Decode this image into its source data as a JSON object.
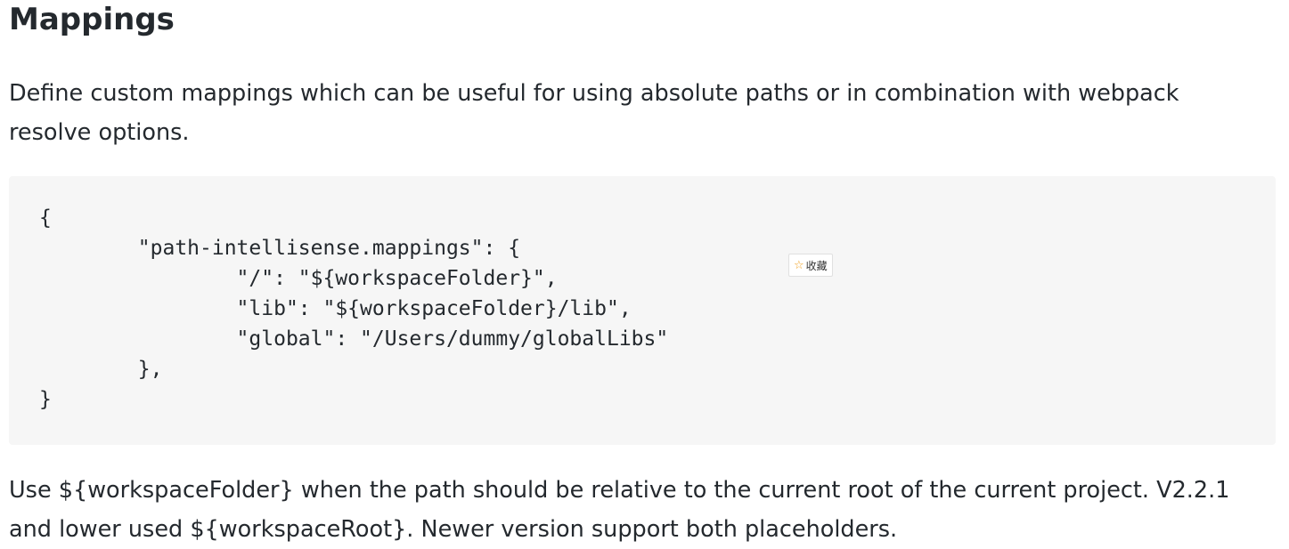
{
  "heading": "Mappings",
  "intro": "Define custom mappings which can be useful for using absolute paths or in combination with webpack resolve options.",
  "code_lines": [
    "{",
    "        \"path-intellisense.mappings\": {",
    "                \"/\": \"${workspaceFolder}\",",
    "                \"lib\": \"${workspaceFolder}/lib\",",
    "                \"global\": \"/Users/dummy/globalLibs\"",
    "        },",
    "}"
  ],
  "outro": "Use ${workspaceFolder} when the path should be relative to the current root of the current project. V2.2.1 and lower used ${workspaceRoot}. Newer version support both placeholders.",
  "favorite": {
    "icon": "star-icon",
    "label": "收藏",
    "star_color": "#f0a020"
  }
}
